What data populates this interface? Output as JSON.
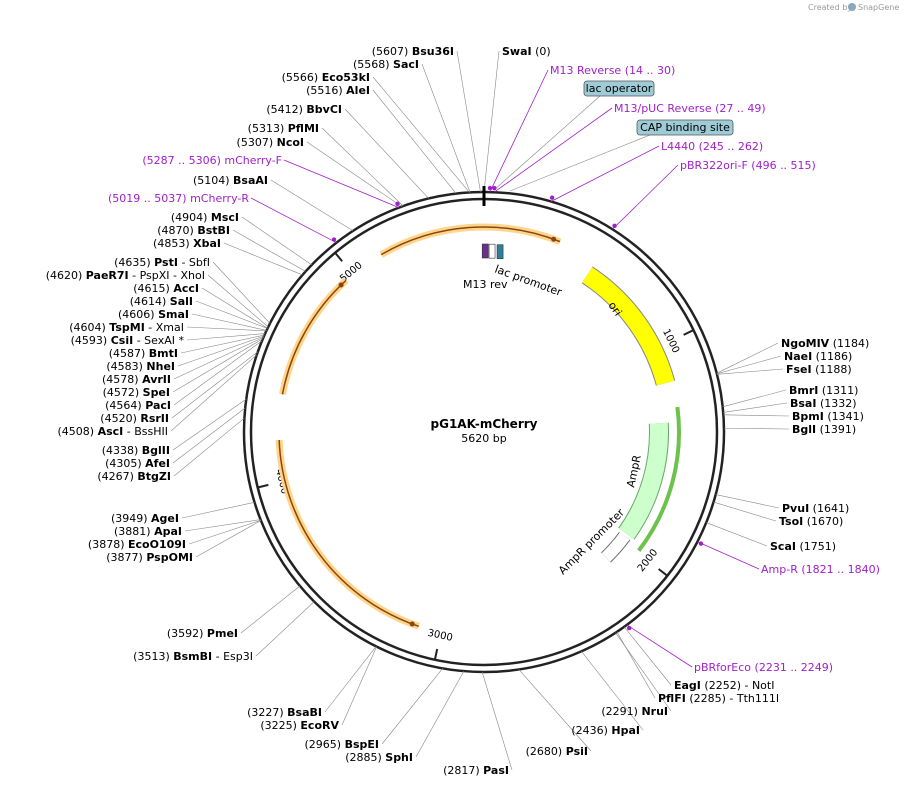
{
  "credit": {
    "prefix": "Created by",
    "brand": "SnapGene"
  },
  "plasmid": {
    "name": "pG1AK-mCherry",
    "size_label": "5620 bp",
    "length": 5620
  },
  "ticks": [
    {
      "pos": 1000,
      "label": "1000"
    },
    {
      "pos": 2000,
      "label": "2000"
    },
    {
      "pos": 3000,
      "label": "3000"
    },
    {
      "pos": 4000,
      "label": "4000"
    },
    {
      "pos": 5000,
      "label": "5000"
    }
  ],
  "sites_top": [
    {
      "name": "Bsu36I",
      "pos": "(5607)",
      "at": 5607
    },
    {
      "name": "SacI",
      "pos": "(5568)",
      "at": 5568
    },
    {
      "name": "Eco53kI",
      "pos": "(5566)",
      "at": 5566
    },
    {
      "name": "AleI",
      "pos": "(5516)",
      "at": 5516
    },
    {
      "name": "BbvCI",
      "pos": "(5412)",
      "at": 5412
    },
    {
      "name": "PflMI",
      "pos": "(5313)",
      "at": 5313
    },
    {
      "name": "NcoI",
      "pos": "(5307)",
      "at": 5307
    },
    {
      "name": "BsaAI",
      "pos": "(5104)",
      "at": 5104
    }
  ],
  "sites_left": [
    {
      "name": "MscI",
      "pos": "(4904)",
      "at": 4904
    },
    {
      "name": "BstBI",
      "pos": "(4870)",
      "at": 4870
    },
    {
      "name": "XbaI",
      "pos": "(4853)",
      "at": 4853
    },
    {
      "name": "PstI",
      "pos": "(4635)",
      "extra": "-  SbfI",
      "at": 4635
    },
    {
      "name": "PaeR7I",
      "pos": "(4620)",
      "extra": "-  PspXI  -  XhoI",
      "at": 4620
    },
    {
      "name": "AccI",
      "pos": "(4615)",
      "at": 4615
    },
    {
      "name": "SalI",
      "pos": "(4614)",
      "at": 4614
    },
    {
      "name": "SmaI",
      "pos": "(4606)",
      "at": 4606
    },
    {
      "name": "TspMI",
      "pos": "(4604)",
      "extra": "-  XmaI",
      "at": 4604
    },
    {
      "name": "CsiI",
      "pos": "(4593)",
      "extra": "-  SexAI *",
      "at": 4593
    },
    {
      "name": "BmtI",
      "pos": "(4587)",
      "at": 4587
    },
    {
      "name": "NheI",
      "pos": "(4583)",
      "at": 4583
    },
    {
      "name": "AvrII",
      "pos": "(4578)",
      "at": 4578
    },
    {
      "name": "SpeI",
      "pos": "(4572)",
      "at": 4572
    },
    {
      "name": "PacI",
      "pos": "(4564)",
      "at": 4564
    },
    {
      "name": "RsrII",
      "pos": "(4520)",
      "at": 4520
    },
    {
      "name": "AscI",
      "pos": "(4508)",
      "extra": "-  BssHII",
      "at": 4508
    },
    {
      "name": "BglII",
      "pos": "(4338)",
      "at": 4338
    },
    {
      "name": "AfeI",
      "pos": "(4305)",
      "at": 4305
    },
    {
      "name": "BtgZI",
      "pos": "(4267)",
      "at": 4267
    },
    {
      "name": "AgeI",
      "pos": "(3949)",
      "at": 3949
    },
    {
      "name": "ApaI",
      "pos": "(3881)",
      "at": 3881
    },
    {
      "name": "EcoO109I",
      "pos": "(3878)",
      "at": 3878
    },
    {
      "name": "PspOMI",
      "pos": "(3877)",
      "at": 3877
    },
    {
      "name": "PmeI",
      "pos": "(3592)",
      "at": 3592
    },
    {
      "name": "BsmBI",
      "pos": "(3513)",
      "extra": "-  Esp3I",
      "at": 3513
    }
  ],
  "sites_bottom": [
    {
      "name": "BsaBI",
      "pos": "(3227)",
      "at": 3227
    },
    {
      "name": "EcoRV",
      "pos": "(3225)",
      "at": 3225
    },
    {
      "name": "BspEI",
      "pos": "(2965)",
      "at": 2965
    },
    {
      "name": "SphI",
      "pos": "(2885)",
      "at": 2885
    },
    {
      "name": "PasI",
      "pos": "(2817)",
      "at": 2817
    },
    {
      "name": "PsiI",
      "pos": "(2680)",
      "at": 2680
    },
    {
      "name": "HpaI",
      "pos": "(2436)",
      "at": 2436
    },
    {
      "name": "NruI",
      "pos": "(2291)",
      "at": 2291
    }
  ],
  "sites_right": [
    {
      "name": "SwaI",
      "pos": "(0)",
      "at": 0
    },
    {
      "name": "NgoMIV",
      "pos": "(1184)",
      "at": 1184
    },
    {
      "name": "NaeI",
      "pos": "(1186)",
      "at": 1186
    },
    {
      "name": "FseI",
      "pos": "(1188)",
      "at": 1188
    },
    {
      "name": "BmrI",
      "pos": "(1311)",
      "at": 1311
    },
    {
      "name": "BsaI",
      "pos": "(1332)",
      "at": 1332
    },
    {
      "name": "BpmI",
      "pos": "(1341)",
      "at": 1341
    },
    {
      "name": "BglI",
      "pos": "(1391)",
      "at": 1391
    },
    {
      "name": "PvuI",
      "pos": "(1641)",
      "at": 1641
    },
    {
      "name": "TsoI",
      "pos": "(1670)",
      "at": 1670
    },
    {
      "name": "ScaI",
      "pos": "(1751)",
      "at": 1751
    },
    {
      "name": "EagI",
      "pos": "(2252)",
      "extra": "-  NotI",
      "at": 2252
    },
    {
      "name": "PflFI",
      "pos": "(2285)",
      "extra": "-  Tth111I",
      "at": 2285
    }
  ],
  "primers": [
    {
      "name": "M13 Reverse",
      "range": "(14 .. 30)",
      "at": 22
    },
    {
      "name": "M13/pUC Reverse",
      "range": "(27 .. 49)",
      "at": 38
    },
    {
      "name": "L4440",
      "range": "(245 .. 262)",
      "at": 253
    },
    {
      "name": "pBR322ori-F",
      "range": "(496 .. 515)",
      "at": 505
    },
    {
      "name": "mCherry-F",
      "range": "(5287 .. 5306)",
      "at": 5296
    },
    {
      "name": "mCherry-R",
      "range": "(5019 .. 5037)",
      "at": 5028
    },
    {
      "name": "Amp-R",
      "range": "(1821 .. 1840)",
      "at": 1830
    },
    {
      "name": "pBRforEco",
      "range": "(2231 .. 2249)",
      "at": 2240
    }
  ],
  "boxed_features": [
    {
      "name": "lac operator"
    },
    {
      "name": "CAP binding site"
    }
  ],
  "inner_features": [
    {
      "name": "M13 rev"
    },
    {
      "name": "lac promoter"
    },
    {
      "name": "ori"
    },
    {
      "name": "AmpR"
    },
    {
      "name": "AmpR promoter"
    }
  ],
  "colors": {
    "primer": "#a020c8",
    "ori": "#ffff00",
    "ampr": "#ccffcc",
    "mcherry_line": "#8b4513",
    "mcherry_halo": "#ffd58a",
    "ampr_halo": "#6cc24a",
    "box_fill": "#9ecbd6"
  }
}
